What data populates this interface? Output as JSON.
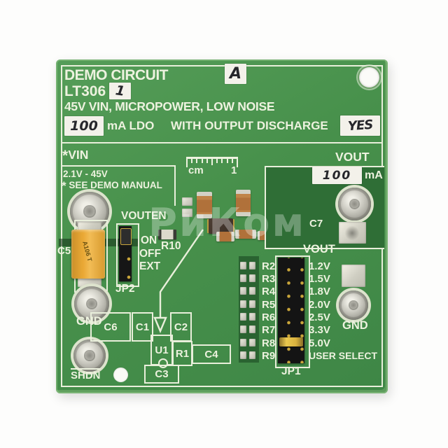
{
  "watermark": "РиКом",
  "title_block": {
    "line1": "DEMO CIRCUIT",
    "model": "LT306",
    "model_suffix_handwritten": "1",
    "revision_handwritten": "A",
    "line2": "45V VIN, MICROPOWER, LOW NOISE",
    "current_handwritten": "100",
    "line3_a": "mA LDO",
    "line3_b": "WITH OUTPUT DISCHARGE",
    "discharge_handwritten": "YES"
  },
  "vin": {
    "asterisk": "*",
    "label": "VIN",
    "range": "2.1V - 45V",
    "note": "SEE DEMO MANUAL",
    "cap": "C5",
    "cap_marking": "A106 T",
    "gnd": "GND",
    "shdn": "SHDN"
  },
  "ruler": {
    "unit": "cm",
    "mark": "1"
  },
  "vout": {
    "label": "VOUT",
    "current_handwritten": "100",
    "unit": "mA",
    "cap": "C7",
    "gnd": "GND"
  },
  "jp2": {
    "title": "VOUTEN",
    "options": [
      "ON",
      "OFF",
      "EXT"
    ],
    "label": "JP2",
    "resistor": "R10"
  },
  "footprints": {
    "c6": "C6",
    "c1": "C1",
    "c2": "C2",
    "u1": "U1",
    "r1": "R1",
    "c4": "C4",
    "c3": "C3"
  },
  "jp1": {
    "title": "VOUT",
    "label": "JP1",
    "rows": [
      {
        "r": "R2",
        "v": "1.2V"
      },
      {
        "r": "R3",
        "v": "1.5V"
      },
      {
        "r": "R4",
        "v": "1.8V"
      },
      {
        "r": "R5",
        "v": "2.0V"
      },
      {
        "r": "R6",
        "v": "2.5V"
      },
      {
        "r": "R7",
        "v": "3.3V"
      },
      {
        "r": "R8",
        "v": "5.0V"
      },
      {
        "r": "R9",
        "v": "USER SELECT"
      }
    ]
  },
  "colors": {
    "board_green": "#47904b",
    "pour_dark": "#2f6e36",
    "silkscreen": "#edf2df",
    "jumper_gold": "#d9b13e"
  }
}
